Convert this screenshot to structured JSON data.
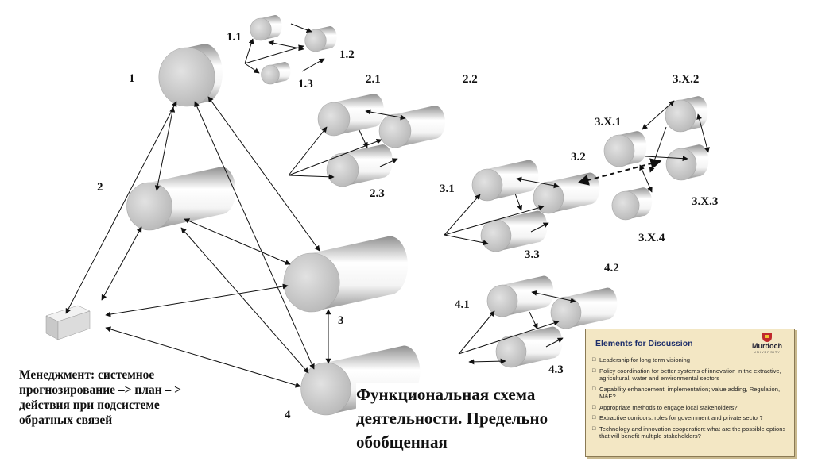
{
  "labels": {
    "n1": "1",
    "n1_1": "1.1",
    "n1_2": "1.2",
    "n1_3": "1.3",
    "n2": "2",
    "n2_1": "2.1",
    "n2_2": "2.2",
    "n2_3": "2.3",
    "n3": "3",
    "n3_1": "3.1",
    "n3_2": "3.2",
    "n3_3": "3.3",
    "n3x1": "3.X.1",
    "n3x2": "3.X.2",
    "n3x3": "3.X.3",
    "n3x4": "3.X.4",
    "n4": "4",
    "n4_1": "4.1",
    "n4_2": "4.2",
    "n4_3": "4.3"
  },
  "management_text": [
    "Менеджмент:      системное",
    "прогнозирование  –> план – >",
    "действия при подсистеме",
    "обратных связей"
  ],
  "function_text": [
    "Функциональная схема",
    "деятельности. Предельно",
    "обобщенная"
  ],
  "panel": {
    "title": "Elements for Discussion",
    "logo_name": "Murdoch",
    "logo_sub": "UNIVERSITY",
    "items": [
      "Leadership for long term visioning",
      "Policy coordination for better systems of innovation in the extractive, agricultural, water and environmental sectors",
      "Capability enhancement: implementation; value adding, Regulation, M&E?",
      "Appropriate methods to engage local stakeholders?",
      "Extractive corridors: roles for government and private sector?",
      "Technology and innovation cooperation: what are the possible options that will benefit multiple stakeholders?"
    ]
  }
}
